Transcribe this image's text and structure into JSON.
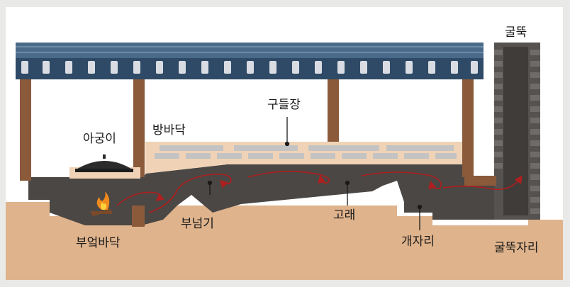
{
  "labels": {
    "agungi": "아궁이",
    "bangbadak": "방바닥",
    "gudeuljang": "구들장",
    "gulttuk": "굴뚝",
    "bueokbadak": "부엌바닥",
    "buneomgi": "부넘기",
    "gorae": "고래",
    "gaejari": "개자리",
    "gulttukjari": "굴뚝자리"
  },
  "colors": {
    "background": "#e9e9e7",
    "panel": "#ffffff",
    "ground": "#dfb38c",
    "flue": "#4a4744",
    "roof": "#4a6a8a",
    "roof_dark": "#2f4a66",
    "post": "#8a5a3a",
    "hot_air_arrow": "#b01f1f",
    "stone": "#bfbfbf"
  }
}
